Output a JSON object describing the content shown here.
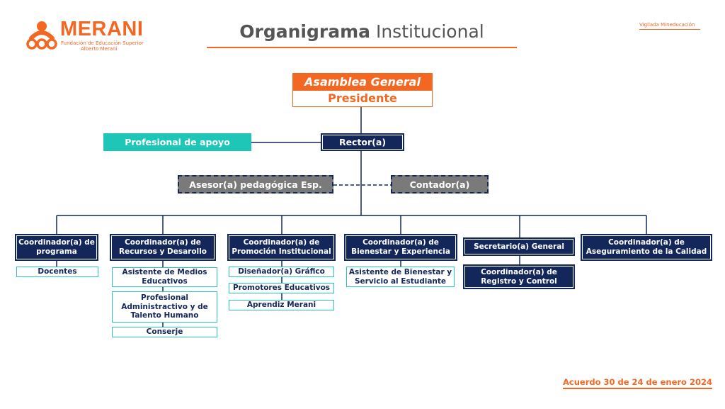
{
  "logo": {
    "name": "MERANI",
    "line1": "Fundación de Educación Superior",
    "line2": "Alberto Merani"
  },
  "title": {
    "bold": "Organigrama",
    "light": "Institucional"
  },
  "vigilada": "Vigilada Mineducación",
  "footer": "Acuerdo 30 de 24 de enero 2024",
  "top": {
    "asamblea": "Asamblea General",
    "presidente": "Presidente"
  },
  "rector": "Rector(a)",
  "apoyo": "Profesional de apoyo",
  "asesor": "Asesor(a) pedagógica Esp.",
  "contador": "Contador(a)",
  "coordinators": [
    {
      "label": "Coordinador(a) de programa",
      "subs": [
        "Docentes"
      ]
    },
    {
      "label": "Coordinador(a) de Recursos y Desarollo",
      "subs": [
        "Asistente de Medios Educativos",
        "Profesional Administractivo y de Talento Humano",
        "Conserje"
      ]
    },
    {
      "label": "Coordinador(a) de Promoción Institucional",
      "subs": [
        "Diseñador(a) Gráfico",
        "Promotores Educativos",
        "Aprendiz Merani"
      ]
    },
    {
      "label": "Coordinador(a) de Bienestar y Experiencia",
      "subs": [
        "Asistente de Bienestar y Servicio al Estudiante"
      ]
    },
    {
      "label": "Secretario(a) General",
      "subs": [
        "Coordinador(a) de Registro y Control"
      ]
    },
    {
      "label": "Coordinador(a) de Aseguramiento de la Calidad",
      "subs": []
    }
  ],
  "colors": {
    "orange": "#f26722",
    "navy": "#14275a",
    "teal": "#1ec6b8",
    "gray": "#7a7a7a"
  }
}
